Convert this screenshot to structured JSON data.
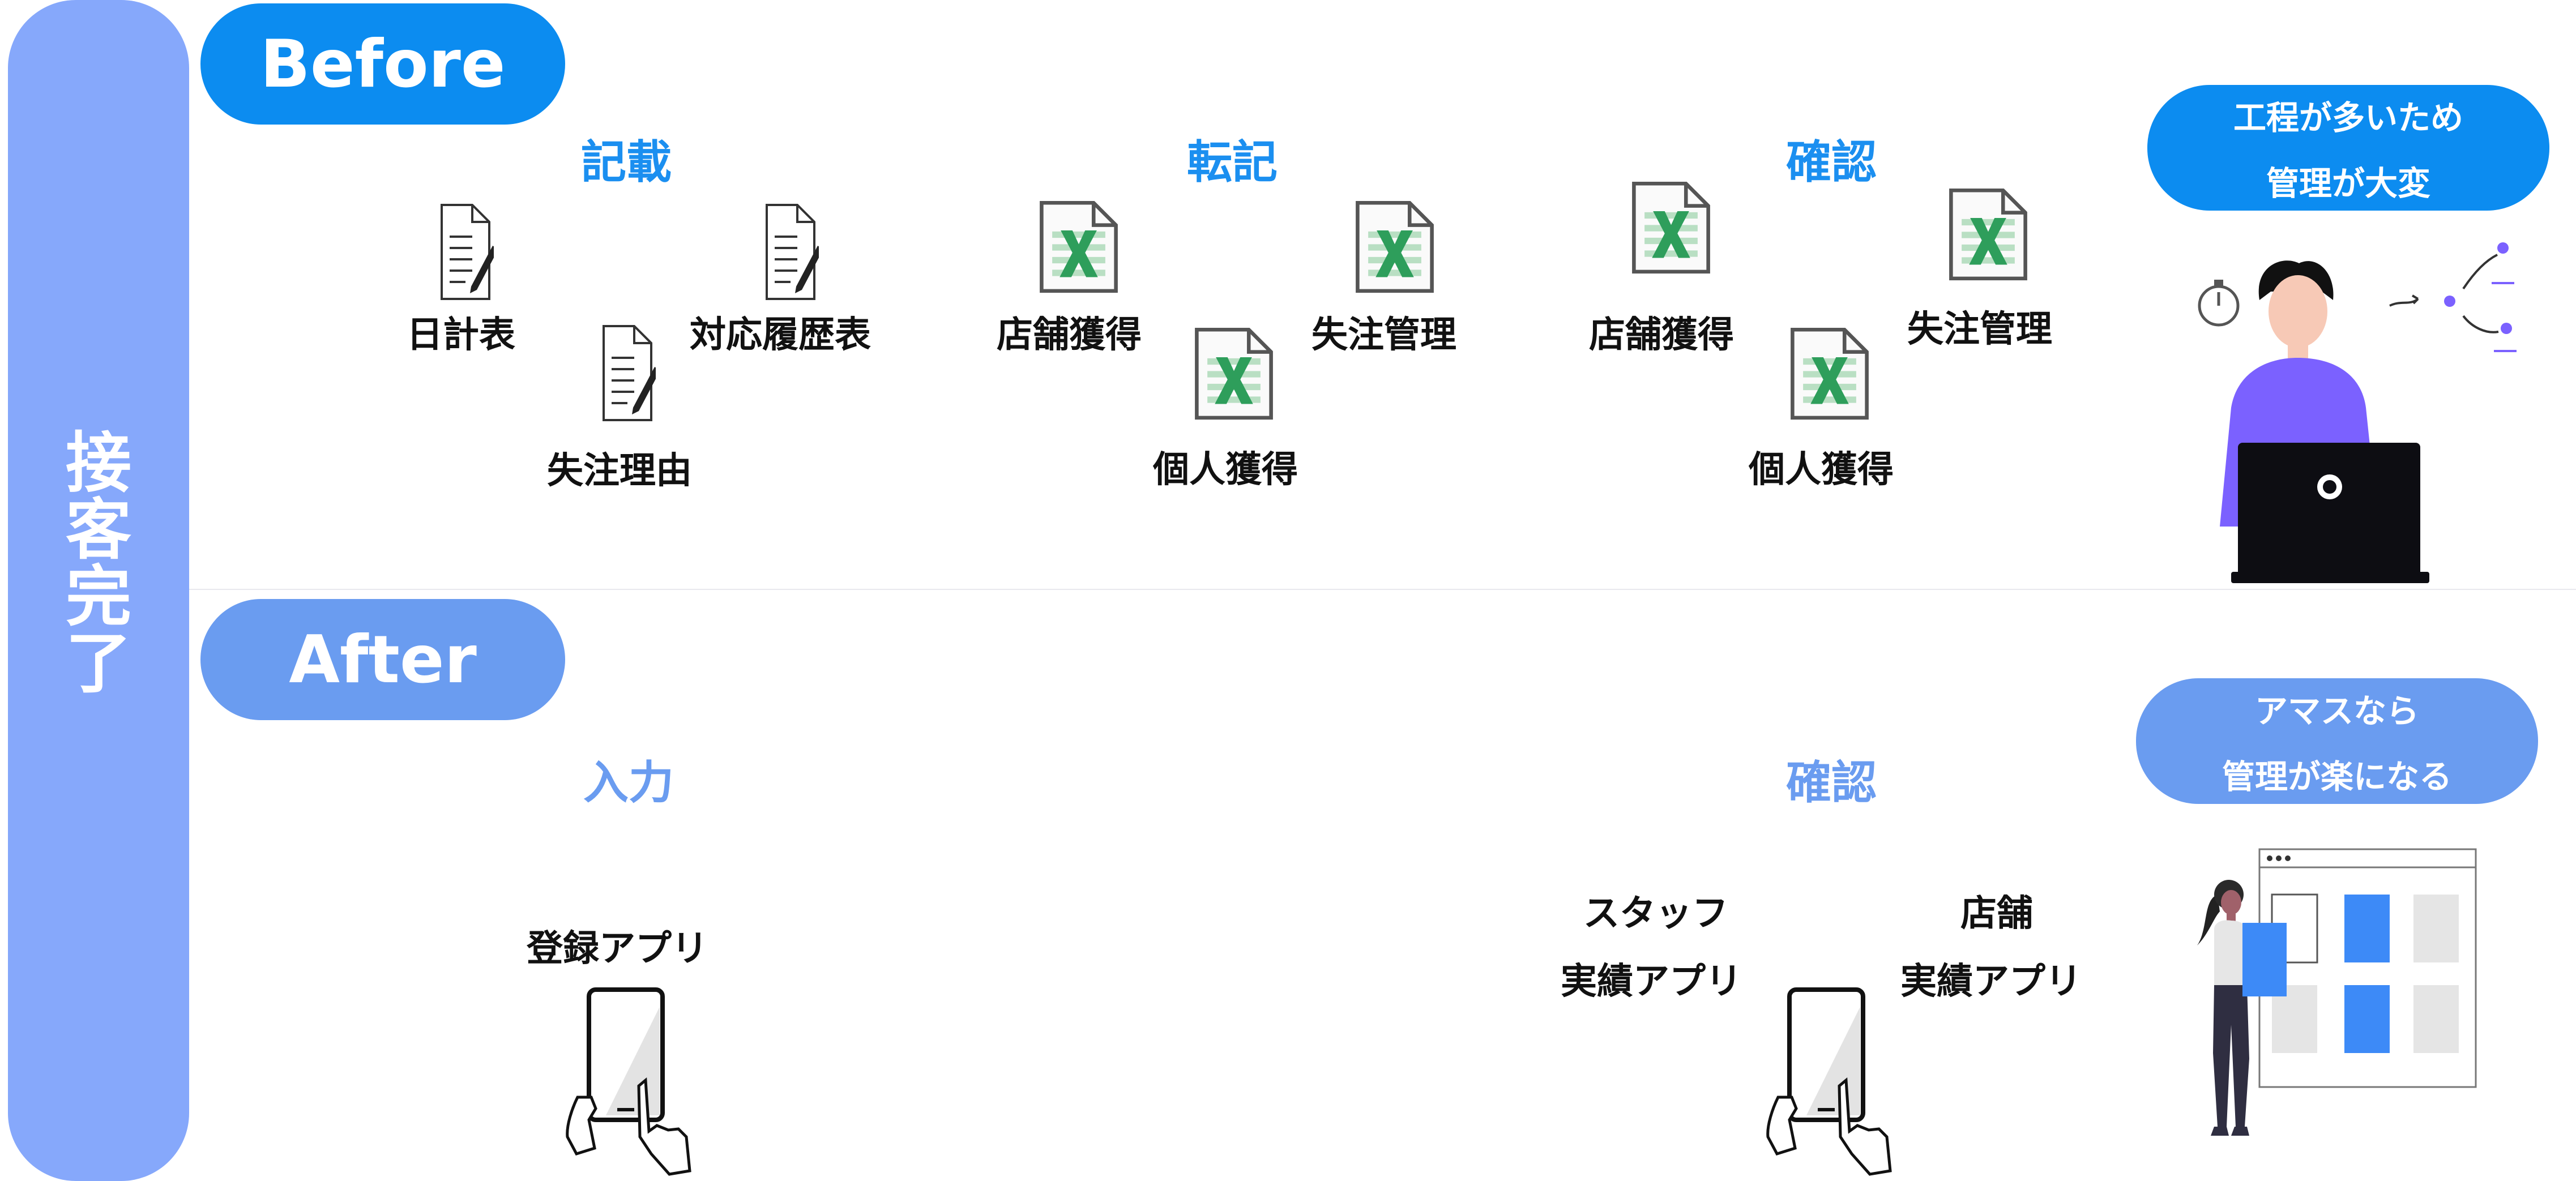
{
  "sidebar": {
    "chars": [
      "接",
      "客",
      "完",
      "了"
    ],
    "color": "#86a8fb"
  },
  "before": {
    "pill_label": "Before",
    "pill_color": "#0c8cf0",
    "columns": [
      {
        "heading": "記載",
        "items": [
          "日計表",
          "対応履歴表",
          "失注理由"
        ]
      },
      {
        "heading": "転記",
        "items": [
          "店舗獲得",
          "失注管理",
          "個人獲得"
        ]
      },
      {
        "heading": "確認",
        "items": [
          "店舗獲得",
          "失注管理",
          "個人獲得"
        ]
      }
    ],
    "callout": {
      "line1": "工程が多いため",
      "line2": "管理が大変",
      "color": "#0c8cf0"
    }
  },
  "after": {
    "pill_label": "After",
    "pill_color": "#6a9cf0",
    "left": {
      "heading": "入力",
      "app": "登録アプリ"
    },
    "right": {
      "heading": "確認",
      "app1_line1": "スタッフ",
      "app1_line2": "実績アプリ",
      "app2_line1": "店舗",
      "app2_line2": "実績アプリ"
    },
    "callout": {
      "line1": "アマスなら",
      "line2": "管理が楽になる",
      "color": "#6a9cf0"
    }
  },
  "icons": {
    "doc": "document-pencil-icon",
    "excel": "excel-file-icon",
    "tablet": "tablet-hands-icon",
    "person_laptop": "person-laptop-illustration",
    "woman_board": "woman-board-illustration"
  }
}
